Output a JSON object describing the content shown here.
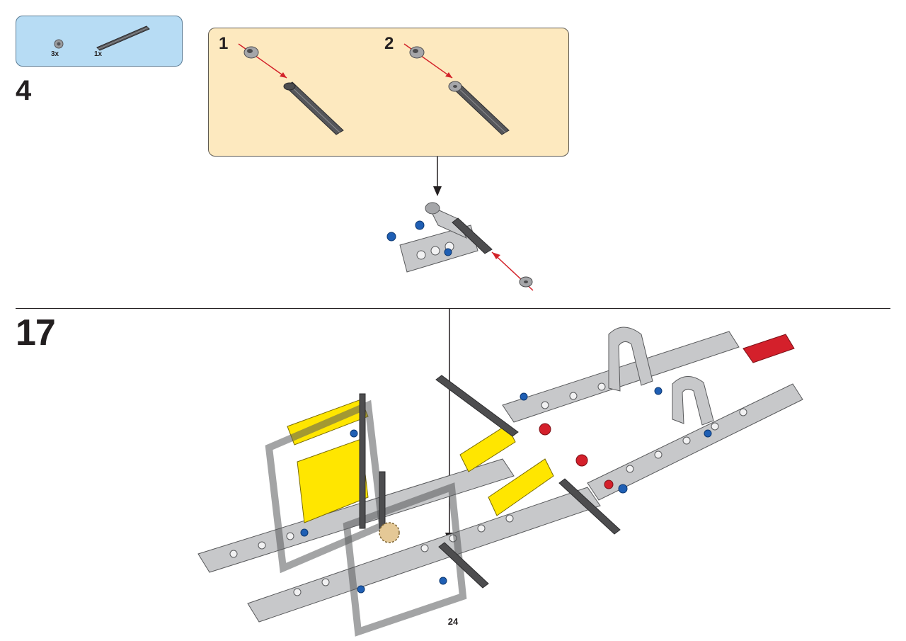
{
  "page": {
    "number": "24"
  },
  "parts_list": {
    "items": [
      {
        "part": "bush-gear",
        "qty": "3x"
      },
      {
        "part": "axle",
        "qty": "1x"
      }
    ]
  },
  "substep": {
    "number": "4",
    "callout": {
      "steps": [
        {
          "number": "1"
        },
        {
          "number": "2"
        }
      ]
    }
  },
  "main_step": {
    "number": "17"
  },
  "colors": {
    "parts_box_bg": "#b7dcf4",
    "callout_bg": "#fde9bf",
    "arrow_red": "#d3232a",
    "light_gray_beam": "#c7c8ca",
    "dark_gray_axle": "#4d4d4f",
    "yellow": "#ffe600",
    "red": "#d4202b",
    "blue": "#1f5fb4"
  }
}
